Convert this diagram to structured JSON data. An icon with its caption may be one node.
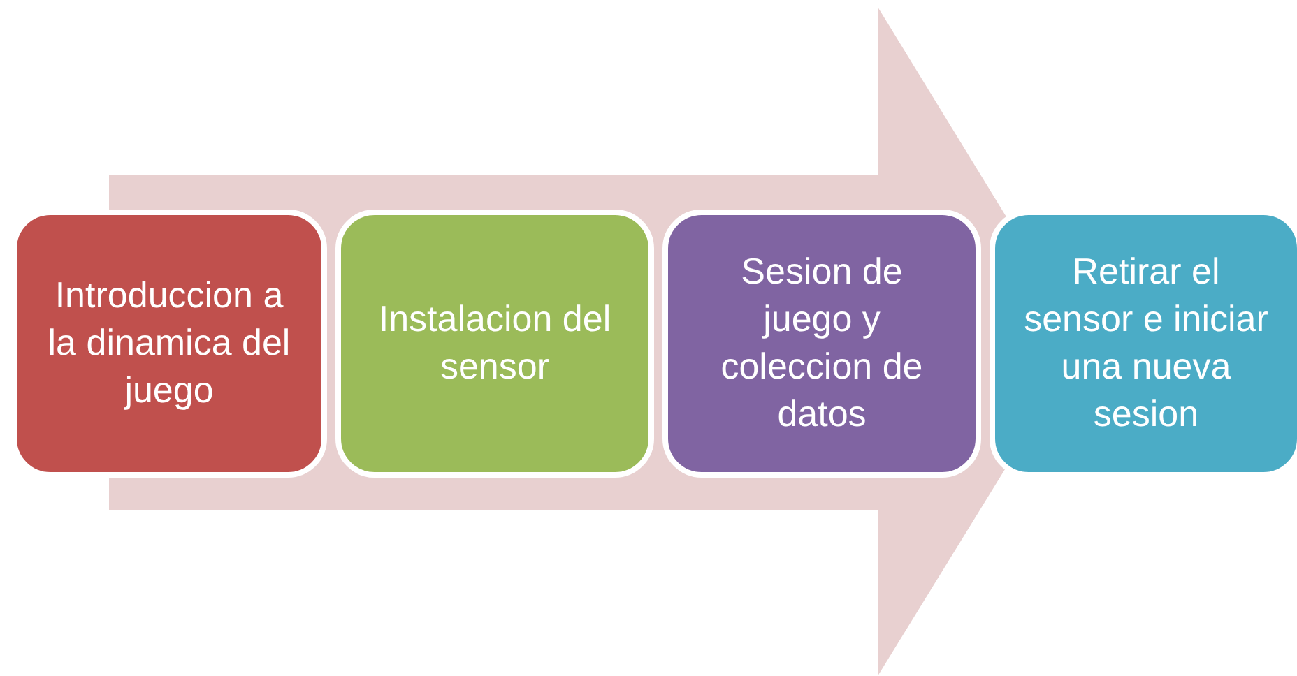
{
  "diagram": {
    "nodes": [
      {
        "text": [
          "Introduccion a la dinamica del juego"
        ]
      },
      {
        "text": [
          "Instalacion del sensor"
        ]
      },
      {
        "text": [
          "Sesion de juego y coleccion de datos"
        ]
      },
      {
        "text": [
          "Retirar el sensor e iniciar una nueva sesion"
        ]
      }
    ],
    "edges": [
      {
        "from": 0,
        "to": 3,
        "arrow": "to"
      }
    ]
  }
}
